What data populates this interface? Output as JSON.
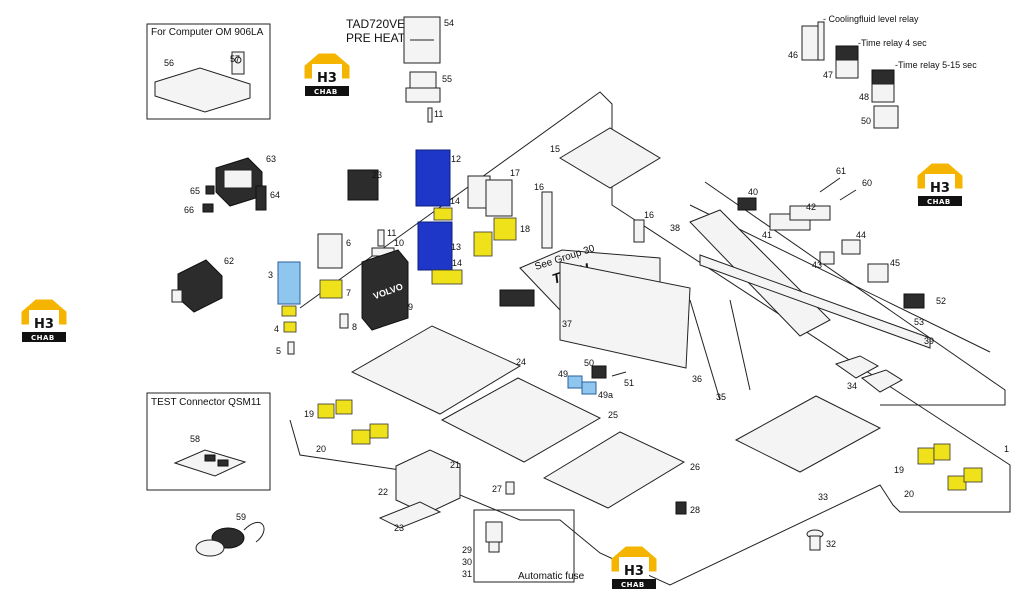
{
  "boxes": {
    "computer_box_title": "For Computer OM 906LA",
    "test_box_title": "TEST Connector QSM11"
  },
  "captions": {
    "tad_line1": "TAD720VE",
    "tad_line2": "PRE HEAT",
    "relay_46": "- Coolingfluid level relay",
    "relay_47": "-Time relay 4 sec",
    "relay_48": "-Time relay 5-15 sec",
    "see_group": "See Group 30",
    "tecu": "TECU",
    "volvo": "VOLVO",
    "automatic_fuse": "Automatic fuse"
  },
  "logo": {
    "text": "H3",
    "subtext": "CHAB",
    "color": "#f5b400"
  },
  "callouts": {
    "n1": "1",
    "n3": "3",
    "n4": "4",
    "n5": "5",
    "n6": "6",
    "n7": "7",
    "n8": "8",
    "n9": "9",
    "n10": "10",
    "n11a": "11",
    "n11b": "11",
    "n12": "12",
    "n13": "13",
    "n14a": "14",
    "n14b": "14",
    "n15": "15",
    "n16a": "16",
    "n16b": "16",
    "n17": "17",
    "n18": "18",
    "n19a": "19",
    "n19b": "19",
    "n20a": "20",
    "n20b": "20",
    "n21": "21",
    "n22": "22",
    "n23a": "23",
    "n23b": "23",
    "n24": "24",
    "n25": "25",
    "n26": "26",
    "n27": "27",
    "n28": "28",
    "n29": "29",
    "n30": "30",
    "n31": "31",
    "n32": "32",
    "n33": "33",
    "n34": "34",
    "n35": "35",
    "n36": "36",
    "n37": "37",
    "n38": "38",
    "n39": "39",
    "n40": "40",
    "n41": "41",
    "n42": "42",
    "n43": "43",
    "n44": "44",
    "n45": "45",
    "n46": "46",
    "n47": "47",
    "n48": "48",
    "n49": "49",
    "n49a": "49a",
    "n50a": "50",
    "n50b": "50",
    "n51": "51",
    "n52": "52",
    "n53": "53",
    "n54": "54",
    "n55": "55",
    "n56": "56",
    "n57": "57",
    "n58": "58",
    "n59": "59",
    "n60": "60",
    "n61": "61",
    "n62": "62",
    "n63": "63",
    "n64": "64",
    "n65": "65",
    "n66": "66"
  }
}
